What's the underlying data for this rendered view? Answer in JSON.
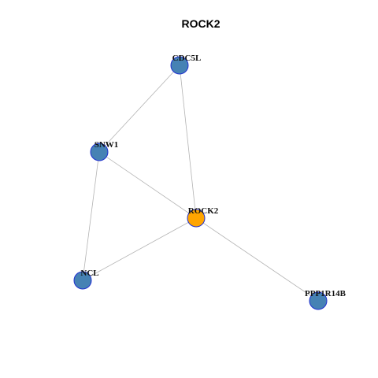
{
  "title": "ROCK2",
  "colors": {
    "center_node": "#ffa500",
    "neighbor_node": "#4682b4",
    "node_border": "#1f2fd0",
    "edge": "#b3b3b3"
  },
  "nodes": [
    {
      "id": "CDC5L",
      "label": "CDC5L",
      "role": "neighbor"
    },
    {
      "id": "SNW1",
      "label": "SNW1",
      "role": "neighbor"
    },
    {
      "id": "ROCK2",
      "label": "ROCK2",
      "role": "center"
    },
    {
      "id": "NCL",
      "label": "NCL",
      "role": "neighbor"
    },
    {
      "id": "PPP1R14B",
      "label": "PPP1R14B",
      "role": "neighbor"
    }
  ],
  "edges": [
    [
      "CDC5L",
      "SNW1"
    ],
    [
      "CDC5L",
      "ROCK2"
    ],
    [
      "SNW1",
      "ROCK2"
    ],
    [
      "SNW1",
      "NCL"
    ],
    [
      "ROCK2",
      "NCL"
    ],
    [
      "ROCK2",
      "PPP1R14B"
    ]
  ]
}
